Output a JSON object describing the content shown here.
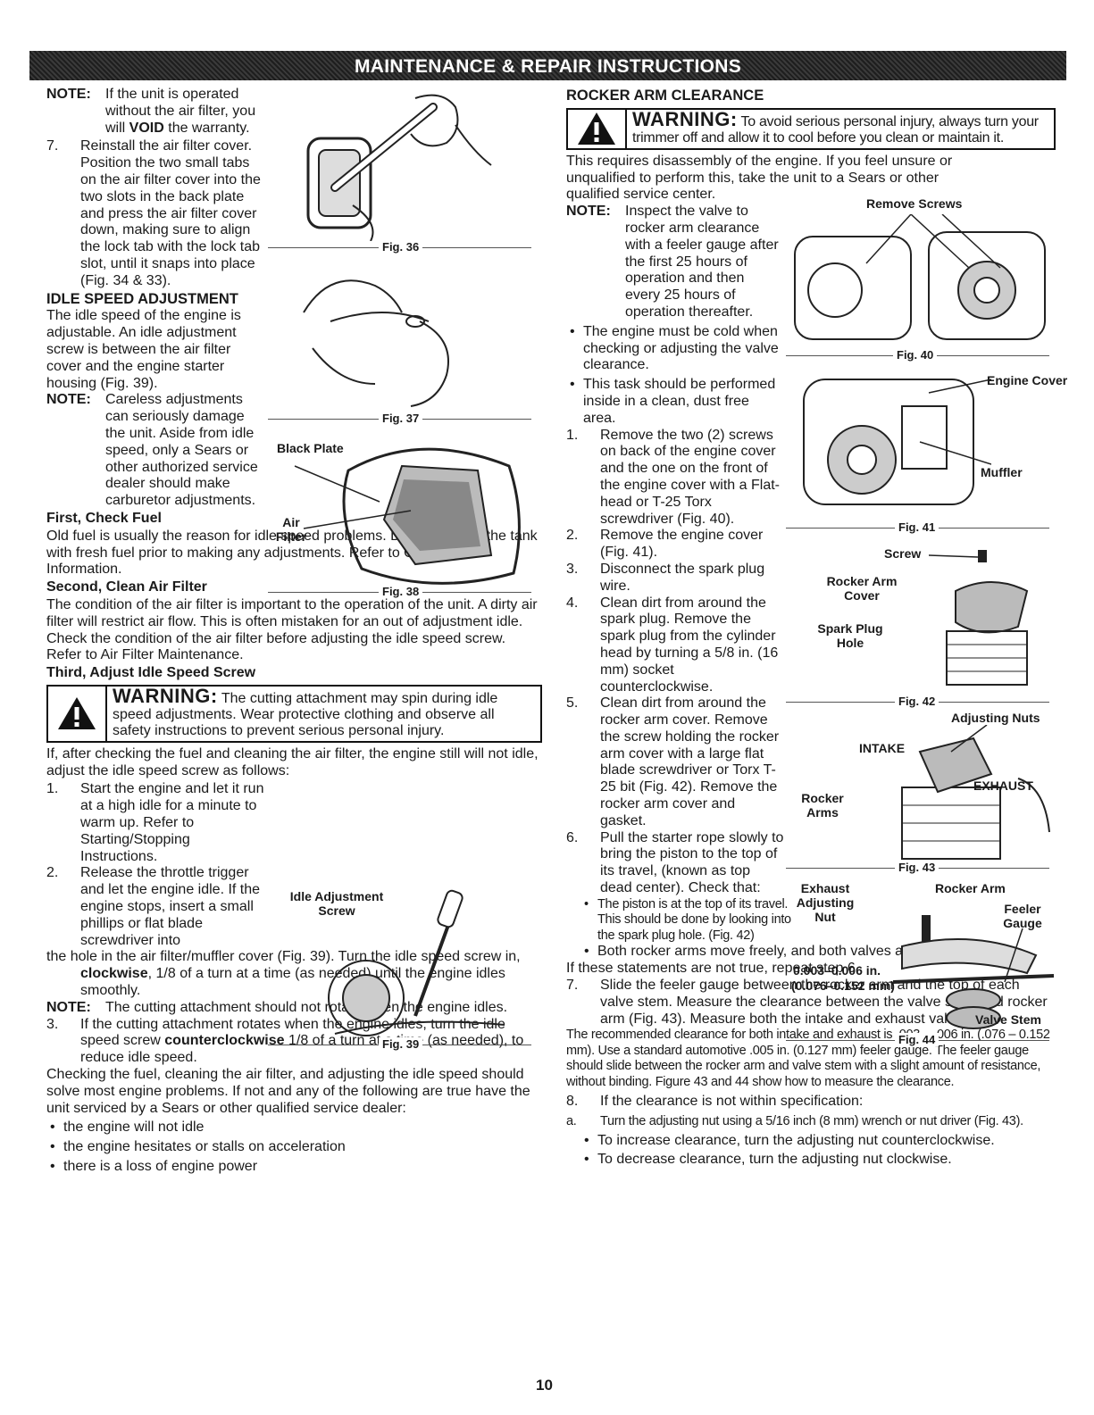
{
  "banner": "MAINTENANCE & REPAIR INSTRUCTIONS",
  "page_number": "10",
  "left": {
    "note1_label": "NOTE:",
    "note1_a": "If the unit is operated without the air filter, you will ",
    "note1_b": "VOID",
    "note1_c": " the warranty.",
    "step7_num": "7.",
    "step7": "Reinstall the air filter cover. Position the two small tabs on the air filter cover into the two slots in the back plate and press the air filter cover down, making sure to align the lock tab with the lock tab slot, until it snaps into place (Fig. 34 & 33).",
    "idle_heading": "IDLE SPEED ADJUSTMENT",
    "idle_text": "The idle speed of the engine is adjustable. An idle adjustment screw is between the air filter cover and the engine starter housing (Fig. 39).",
    "note2_label": "NOTE:",
    "note2": "Careless adjustments can seriously damage the unit. Aside from idle speed, only a Sears or other authorized service dealer should make carburetor adjustments.",
    "first_heading": "First, Check Fuel",
    "first_text": "Old fuel is usually the reason for idle speed problems. Drain and refill the tank with fresh fuel prior to making any adjustments. Refer to Oil and Fuel Information.",
    "second_heading": "Second, Clean Air Filter",
    "second_text": "The condition of the air filter is important to the operation of the unit. A dirty air filter will restrict air flow. This is often mistaken for an out of adjustment idle. Check the condition of the air filter before adjusting the idle speed screw. Refer to Air Filter Maintenance.",
    "third_heading": "Third, Adjust Idle Speed Screw",
    "warn_title": "WARNING:",
    "warn_text": " The cutting attachment may spin during idle speed adjustments. Wear protective clothing and observe all safety instructions to prevent serious personal injury.",
    "after_text": "If, after checking the fuel and cleaning the air filter, the engine still will not idle, adjust the idle speed screw as follows:",
    "s1_num": "1.",
    "s1": "Start the engine and let it run at a high idle for a minute to warm up. Refer to Starting/Stopping Instructions.",
    "s2_num": "2.",
    "s2": "Release the throttle trigger and let the engine idle. If the engine stops, insert a small phillips or flat blade screwdriver into",
    "s2_cont_a": "the hole in the air filter/muffler cover (Fig. 39). Turn the idle speed screw in, ",
    "s2_cont_b": "clockwise",
    "s2_cont_c": ", 1/8 of a turn at a time (as needed) until the engine idles smoothly.",
    "note3_label": "NOTE:",
    "note3": "The cutting attachment should not rotate when the engine idles.",
    "s3_num": "3.",
    "s3_a": "If the cutting attachment rotates when the engine idles, turn the idle speed screw ",
    "s3_b": "counterclockwise",
    "s3_c": " 1/8 of a turn at a time (as needed), to reduce idle speed.",
    "summary": "Checking the fuel, cleaning the air filter, and adjusting the idle speed should solve most engine problems. If not and any of the following are true have the unit serviced by a Sears or other qualified service dealer:",
    "bullets": [
      "the engine will not idle",
      "the engine hesitates or stalls on acceleration",
      "there is a loss of engine power"
    ],
    "fig36": "Fig. 36",
    "fig37": "Fig. 37",
    "fig38": "Fig. 38",
    "fig39": "Fig. 39",
    "lbl_black_plate": "Black Plate",
    "lbl_air_filter": "Air Filter",
    "lbl_idle_screw": "Idle Adjustment Screw"
  },
  "right": {
    "heading": "ROCKER ARM CLEARANCE",
    "warn_title": "WARNING:",
    "warn_text": " To avoid serious personal injury, always turn your trimmer off and allow it to cool before you clean or maintain it.",
    "intro": "This requires disassembly of the engine. If you feel unsure or unqualified to perform this, take the unit to a Sears or other qualified service center.",
    "note_label": "NOTE:",
    "note": "Inspect the valve to rocker arm clearance with a feeler gauge after the first 25 hours of operation and then every 25 hours of operation thereafter.",
    "b1": "The engine must be cold when checking or adjusting the valve clearance.",
    "b2": "This task should be performed inside in a clean, dust free area.",
    "s1_num": "1.",
    "s1": "Remove the two (2) screws on back of the engine cover and the one on the front of the engine cover with a Flat-head or T-25 Torx screwdriver (Fig. 40).",
    "s2_num": "2.",
    "s2": "Remove the engine cover (Fig. 41).",
    "s3_num": "3.",
    "s3": "Disconnect the spark plug wire.",
    "s4_num": "4.",
    "s4": "Clean dirt from around the spark plug. Remove the spark plug from the cylinder head by turning a 5/8 in. (16 mm) socket counterclockwise.",
    "s5_num": "5.",
    "s5": "Clean dirt from around the rocker arm cover. Remove the screw holding the rocker arm cover with a large flat blade screwdriver or Torx T-25 bit (Fig. 42). Remove the rocker arm cover and gasket.",
    "s6_num": "6.",
    "s6": "Pull the starter rope slowly to bring the piston to the top of its travel, (known as top dead center). Check that:",
    "s6_b1": "The piston is at the top of its travel. This should be done by looking into the spark plug hole. (Fig. 42)",
    "s6_b2": "Both rocker arms move freely, and both valves are closed",
    "repeat": "If these statements are not true, repeat step 6.",
    "s7_num": "7.",
    "s7": "Slide the feeler gauge between the rocker arm and the top of each valve stem. Measure the clearance between the valve stem and rocker arm (Fig. 43). Measure both the intake and exhaust valves.",
    "recommend": "The recommended clearance for both intake and exhaust is .003 – .006 in. (.076 – 0.152 mm). Use a standard automotive .005 in. (0.127 mm) feeler gauge. The feeler gauge should slide between the rocker arm and valve stem with a slight amount of resistance, without binding. Figure 43 and 44 show how to measure the clearance.",
    "s8_num": "8.",
    "s8": "If the clearance is not within specification:",
    "sa_num": "a.",
    "sa": "Turn the adjusting nut using a 5/16 inch (8 mm) wrench or nut driver (Fig. 43).",
    "sa_b1": "To increase clearance, turn the adjusting nut counterclockwise.",
    "sa_b2": "To decrease clearance, turn the adjusting nut clockwise.",
    "fig40": "Fig. 40",
    "fig41": "Fig. 41",
    "fig42": "Fig. 42",
    "fig43": "Fig. 43",
    "fig44": "Fig. 44",
    "lbl_remove_screws": "Remove Screws",
    "lbl_engine_cover": "Engine Cover",
    "lbl_muffler": "Muffler",
    "lbl_screw": "Screw",
    "lbl_rocker_cover": "Rocker Arm Cover",
    "lbl_spark_hole": "Spark Plug Hole",
    "lbl_adjusting_nuts": "Adjusting Nuts",
    "lbl_intake": "INTAKE",
    "lbl_exhaust": "EXHAUST",
    "lbl_rocker_arms": "Rocker Arms",
    "lbl_exhaust_nut": "Exhaust Adjusting Nut",
    "lbl_rocker_arm": "Rocker Arm",
    "lbl_feeler": "Feeler Gauge",
    "lbl_clear_in": "0.003–0.006 in.",
    "lbl_clear_mm": "(0.076–0.152 mm)",
    "lbl_valve_stem": "Valve Stem"
  }
}
